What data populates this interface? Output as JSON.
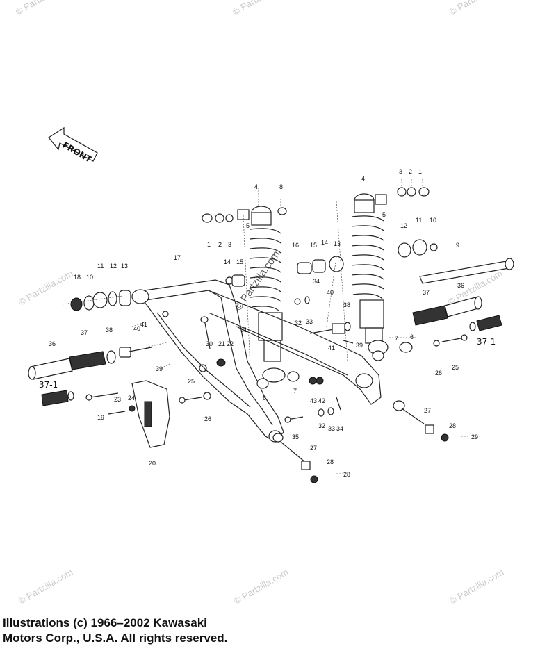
{
  "front_label": "FRONT",
  "center_watermark": "© Partzilla.com",
  "corner_watermark": "© Partzilla.com",
  "callouts": [
    "1",
    "2",
    "3",
    "4",
    "5",
    "6",
    "7",
    "8",
    "9",
    "10",
    "11",
    "12",
    "13",
    "14",
    "15",
    "16",
    "17",
    "18",
    "19",
    "20",
    "21",
    "22",
    "23",
    "24",
    "25",
    "26",
    "27",
    "28",
    "29",
    "30",
    "31",
    "32",
    "33",
    "34",
    "35",
    "36",
    "37",
    "37-1",
    "38",
    "39",
    "40",
    "41",
    "42",
    "43"
  ],
  "copyright": {
    "line1": "Illustrations (c) 1966–2002 Kawasaki",
    "line2": "Motors Corp., U.S.A.  All rights reserved."
  }
}
